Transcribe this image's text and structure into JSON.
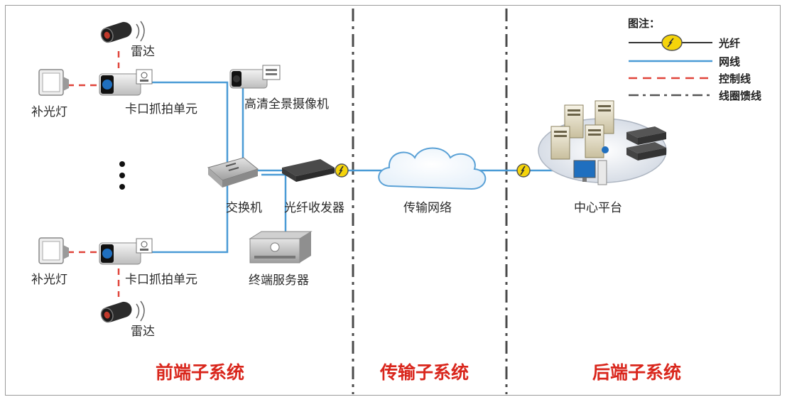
{
  "legend": {
    "title": "图注：",
    "fiber": "光纤",
    "network": "网线",
    "control": "控制线",
    "loop": "线圈馈线"
  },
  "labels": {
    "radar": "雷达",
    "fill_light": "补光灯",
    "checkpoint_unit": "卡口抓拍单元",
    "hd_camera": "高清全景摄像机",
    "switch": "交换机",
    "transceiver": "光纤收发器",
    "terminal_server": "终端服务器",
    "transmission_network": "传输网络",
    "center_platform": "中心平台"
  },
  "subsystems": {
    "front": "前端子系统",
    "transmission": "传输子系统",
    "back": "后端子系统"
  },
  "colors": {
    "network_line": "#4a9bd6",
    "control_line": "#e0443a",
    "loop_line": "#555555",
    "fiber_node": "#f5d40a",
    "subsystem_text": "#d9261c"
  }
}
